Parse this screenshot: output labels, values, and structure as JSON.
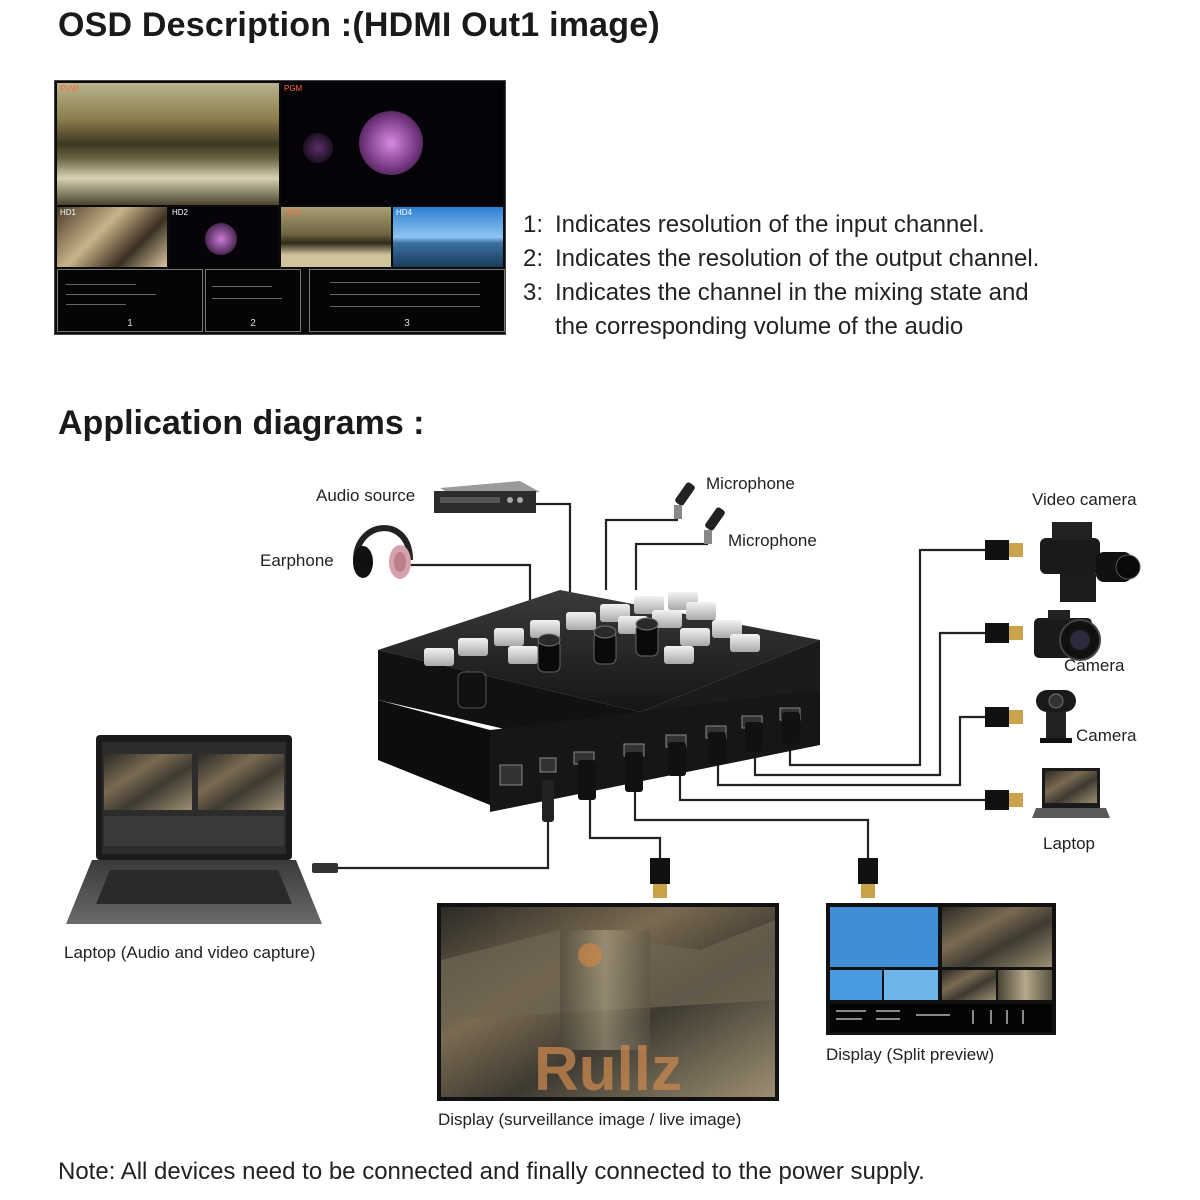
{
  "headings": {
    "osd": "OSD Description :(HDMI Out1 image)",
    "app": "Application diagrams :"
  },
  "osd_image": {
    "tiles": [
      "PVW",
      "PGM",
      "HD1",
      "HD2",
      "HD3",
      "HD4"
    ],
    "panels": [
      "1",
      "2",
      "3"
    ]
  },
  "osd_items": [
    {
      "num": "1:",
      "text": "Indicates resolution of the input channel."
    },
    {
      "num": "2:",
      "text": "Indicates the resolution of the output channel."
    },
    {
      "num": "3:",
      "text": "Indicates the channel in the mixing state and",
      "cont": "the corresponding volume of the audio"
    }
  ],
  "labels": {
    "audio_source": "Audio source",
    "earphone": "Earphone",
    "microphone_1": "Microphone",
    "microphone_2": "Microphone",
    "video_camera": "Video camera",
    "camera_1": "Camera",
    "camera_2": "Camera",
    "laptop_right": "Laptop",
    "laptop_left": "Laptop (Audio and video capture)",
    "display_live": "Display (surveillance image / live image)",
    "display_split": "Display (Split preview)"
  },
  "watermark": "Rullz",
  "note": "Note: All devices need to be connected and finally connected to the power supply.",
  "colors": {
    "device": "#1c1c1c",
    "cable": "#222222",
    "connector_gold": "#c9a24a",
    "osd_tag": "#ff6a3a"
  }
}
